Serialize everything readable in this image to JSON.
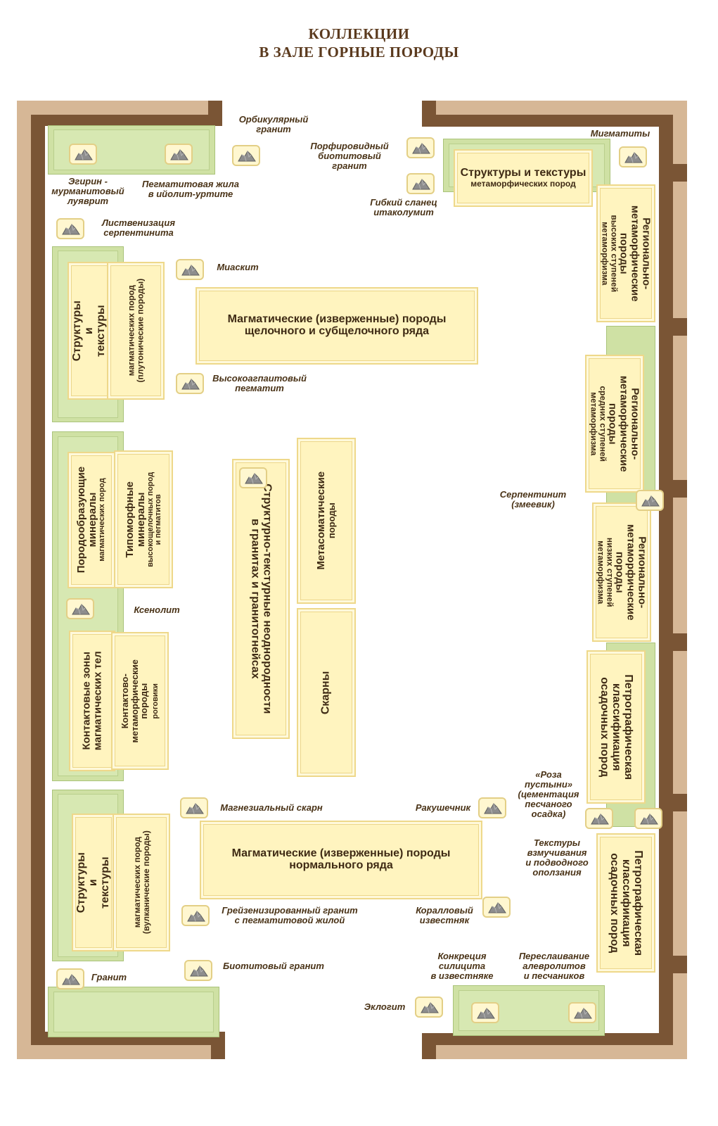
{
  "title": {
    "line1": "КОЛЛЕКЦИИ",
    "line2": "В ЗАЛЕ ГОРНЫЕ ПОРОДЫ"
  },
  "cases": {
    "met_struct_title": "Структуры и текстуры",
    "met_struct_sub": "метаморфических пород",
    "reg_high_1": "Регионально-",
    "reg_high_2": "метаморфические",
    "reg_high_3": "породы",
    "reg_high_4": "высоких ступеней",
    "reg_high_5": "метаморфизма",
    "reg_mid_1": "Регионально-",
    "reg_mid_2": "метаморфические",
    "reg_mid_3": "породы",
    "reg_mid_4": "средних ступеней",
    "reg_mid_5": "метаморфизма",
    "reg_low_1": "Регионально-",
    "reg_low_2": "метаморфические",
    "reg_low_3": "породы",
    "reg_low_4": "низких ступеней",
    "reg_low_5": "метаморфизма",
    "petro_1a": "Петрографическая",
    "petro_1b": "классификация",
    "petro_1c": "осадочных пород",
    "petro_2a": "Петрографическая",
    "petro_2b": "классификация",
    "petro_2c": "осадочных пород",
    "struct_plut_1": "Структуры",
    "struct_plut_2": "и",
    "struct_plut_3": "текстуры",
    "plut_sub_1": "магматических пород",
    "plut_sub_2": "(плутонические породы)",
    "alk_1": "Магматические (изверженные) породы",
    "alk_2": "щелочного и субщелочного ряда",
    "rockform_1": "Породообразующие",
    "rockform_2": "минералы",
    "rockform_3": "магматических пород",
    "typo_1": "Типоморфные",
    "typo_2": "минералы",
    "typo_3": "высокощелочных пород",
    "typo_4": "и пегматитов",
    "contact_1": "Контактовые зоны",
    "contact_2": "магматических тел",
    "contactmet_1": "Контактово-",
    "contactmet_2": "метаморфические",
    "contactmet_3": "породы",
    "contactmet_4": "роговики",
    "granite_inh_1": "Структурно-текстурные неоднородности",
    "granite_inh_2": "в гранитах и гранитогнейсах",
    "metasom_1": "Метасоматические",
    "metasom_2": "породы",
    "skarn": "Скарны",
    "struct_volc_1": "Структуры",
    "struct_volc_2": "и",
    "struct_volc_3": "текстуры",
    "volc_sub_1": "магматических пород",
    "volc_sub_2": "(вулканические породы)",
    "normal_1": "Магматические (изверженные) породы",
    "normal_2": "нормального ряда"
  },
  "labels": {
    "orbicular_1": "Орбикулярный",
    "orbicular_2": "гранит",
    "porphyr_1": "Порфировидный",
    "porphyr_2": "биотитовый",
    "porphyr_3": "гранит",
    "migmatite": "Мигматиты",
    "aegirine_1": "Эгирин -",
    "aegirine_2": "мурманитовый",
    "aegirine_3": "луяврит",
    "pegmatite_vein_1": "Пегматитовая жила",
    "pegmatite_vein_2": "в ийолит-уртите",
    "flex_schist_1": "Гибкий сланец",
    "flex_schist_2": "итаколумит",
    "listven_1": "Лиственизация",
    "listven_2": "серпентинита",
    "miaskite": "Миаскит",
    "apatite_1": "Высокоагпаитовый",
    "apatite_2": "пегматит",
    "serpentinite_1": "Серпентинит",
    "serpentinite_2": "(змеевик)",
    "xenolith": "Ксенолит",
    "desert_1": "«Роза",
    "desert_2": "пустыни»",
    "desert_3": "(цементация",
    "desert_4": "песчаного",
    "desert_5": "осадка)",
    "mg_skarn": "Магнезиальный скарн",
    "shell": "Ракушечник",
    "textures_1": "Текстуры",
    "textures_2": "взмучивания",
    "textures_3": "и подводного",
    "textures_4": "оползания",
    "greisen_1": "Грейзенизированный гранит",
    "greisen_2": "с пегматитовой жилой",
    "coral_1": "Коралловый",
    "coral_2": "известняк",
    "granite": "Гранит",
    "biotite_granite": "Биотитовый гранит",
    "concretion_1": "Конкреция",
    "concretion_2": "силицита",
    "concretion_3": "в известняке",
    "interlayer_1": "Переслаивание",
    "interlayer_2": "алевролитов",
    "interlayer_3": "и песчаников",
    "eclogite": "Эклогит"
  }
}
